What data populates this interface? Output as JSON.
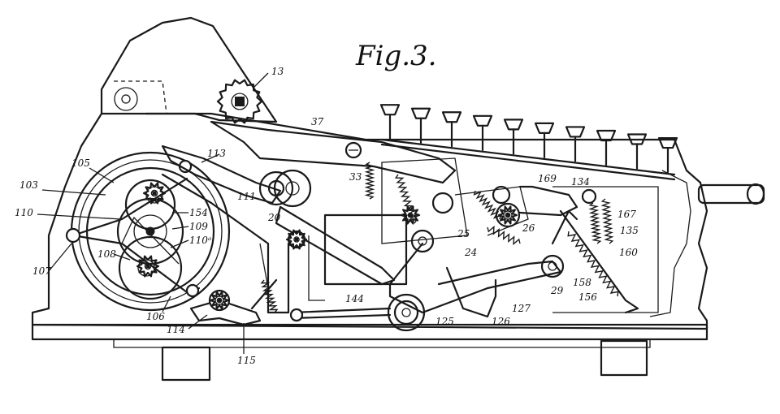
{
  "figure": {
    "title": "Fig.3.",
    "labels": {
      "l13": "13",
      "l37": "37",
      "l33": "33",
      "l113": "113",
      "l105": "105",
      "l103": "103",
      "l110": "110",
      "l154": "154",
      "l109": "109",
      "l110a": "110ᵃ",
      "l108": "108",
      "l107": "107",
      "l106": "106",
      "l114": "114",
      "l115": "115",
      "l111": "111",
      "l20": "20",
      "l144": "144",
      "l125": "125",
      "l126": "126",
      "l127": "127",
      "l24": "24",
      "l25": "25",
      "l26": "26",
      "l29": "29",
      "l169": "169",
      "l134": "134",
      "l167": "167",
      "l135": "135",
      "l160": "160",
      "l158": "158",
      "l156": "156"
    },
    "key_count": 10
  }
}
